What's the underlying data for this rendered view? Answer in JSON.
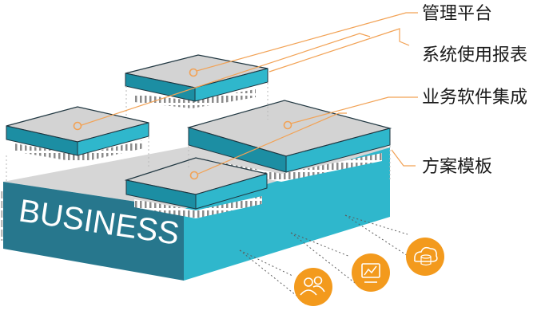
{
  "base": {
    "text": "BUSINESS"
  },
  "labels": [
    "管理平台",
    "系统使用报表",
    "业务软件集成",
    "方案模板"
  ],
  "colors": {
    "top_face": "#d3d3d3",
    "teal": "#2fb7cc",
    "teal_dark": "#1c8ea3",
    "front_dark": "#27778d",
    "leader": "#f2a255",
    "icon": "#f39a1d"
  },
  "icons": [
    "people-icon",
    "chart-monitor-icon",
    "cloud-database-icon"
  ]
}
